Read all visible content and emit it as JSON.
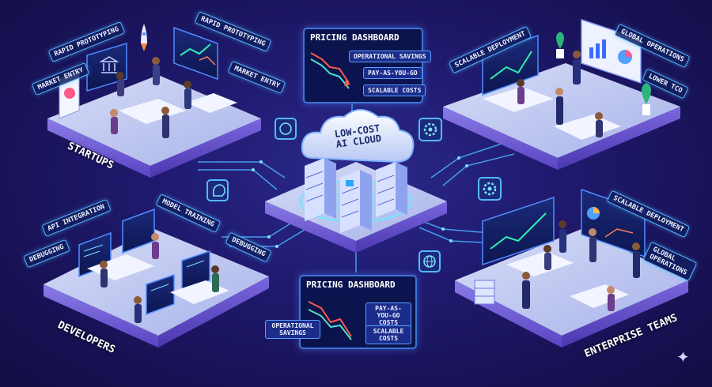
{
  "center": {
    "cloud_line1": "LOW-COST",
    "cloud_line2": "AI CLOUD"
  },
  "top_dashboard": {
    "title": "PRICING DASHBOARD",
    "tags": [
      "OPERATIONAL SAVINGS",
      "PAY-AS-YOU-GO",
      "SCALABLE COSTS"
    ]
  },
  "bottom_dashboard": {
    "title": "PRICING DASHBOARD",
    "tags": [
      "OPERATIONAL SAVINGS",
      "PAY-AS-YOU-GO COSTS",
      "SCALABLE COSTS"
    ]
  },
  "startups": {
    "title": "STARTUPS",
    "labels": [
      "RAPID PROTOTYPING",
      "MARKET ENTRY",
      "RAPID PROTOTYPING",
      "MARKET ENTRY"
    ]
  },
  "developers": {
    "title": "DEVELOPERS",
    "labels": [
      "API INTEGRATION",
      "DEBUGGING",
      "MODEL TRAINING",
      "DEBUGGING"
    ]
  },
  "scalable_panel": {
    "labels": [
      "SCALABLE DEPLOYMENT",
      "GLOBAL OPERATIONS",
      "LOWER TCO"
    ]
  },
  "enterprise": {
    "title": "ENTERPRISE TEAMS",
    "labels": [
      "SCALABLE DEPLOYMENT",
      "GLOBAL OPERATIONS"
    ]
  },
  "icons": [
    "ai-chip-icon",
    "gear-icon",
    "ai-head-icon",
    "network-globe-icon",
    "rocket-icon",
    "bank-icon",
    "sparkle-icon"
  ],
  "colors": {
    "background": "#1f1a6e",
    "platform_top": "#b9c6f0",
    "platform_side": "#6f5ad8",
    "neon": "#55b8ff",
    "chart_line": "#ff5a4f",
    "chart_line2": "#4fe0c8"
  }
}
